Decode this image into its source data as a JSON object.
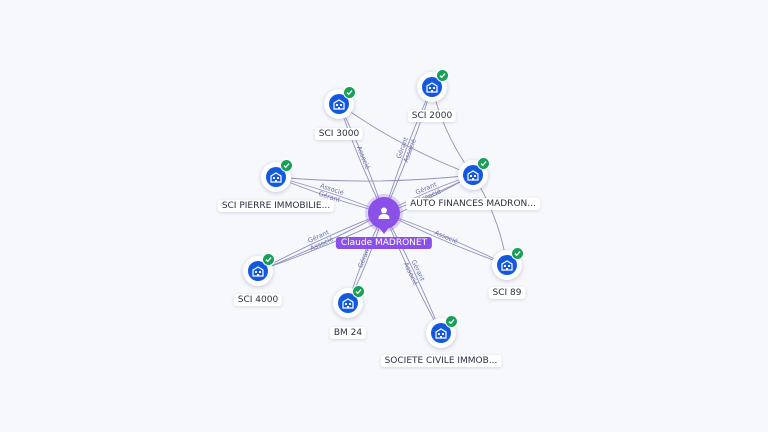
{
  "center": {
    "label": "Claude MADRONET",
    "icon": "person-icon",
    "color": "#8a50e8"
  },
  "companies": [
    {
      "key": "sci3000",
      "label": "SCI 3000",
      "icon": "building-icon",
      "verified": true
    },
    {
      "key": "sci2000",
      "label": "SCI 2000",
      "icon": "building-icon",
      "verified": true
    },
    {
      "key": "scipierre",
      "label": "SCI PIERRE IMMOBILIE...",
      "icon": "building-icon",
      "verified": true
    },
    {
      "key": "auto",
      "label": "AUTO FINANCES MADRON...",
      "icon": "building-icon",
      "verified": true
    },
    {
      "key": "sci4000",
      "label": "SCI 4000",
      "icon": "building-icon",
      "verified": true
    },
    {
      "key": "sci89",
      "label": "SCI 89",
      "icon": "building-icon",
      "verified": true
    },
    {
      "key": "bm24",
      "label": "BM 24",
      "icon": "building-icon",
      "verified": true
    },
    {
      "key": "soc",
      "label": "SOCIETE CIVILE IMMOB...",
      "icon": "building-icon",
      "verified": true
    }
  ],
  "edge_labels": {
    "sci3000": [
      "Associé"
    ],
    "sci2000": [
      "Gérant",
      "Associé"
    ],
    "scipierre": [
      "Gérant",
      "Associé"
    ],
    "auto": [
      "Gérant",
      "Associé"
    ],
    "sci4000": [
      "Associé",
      "Gérant"
    ],
    "sci89": [
      "Associé"
    ],
    "bm24": [
      "Gérant"
    ],
    "soc": [
      "Gérant",
      "Associé"
    ]
  },
  "colors": {
    "company": "#1458e0",
    "verified": "#18a058",
    "edge": "#8e93b8",
    "edge_label": "#6b70a8"
  }
}
